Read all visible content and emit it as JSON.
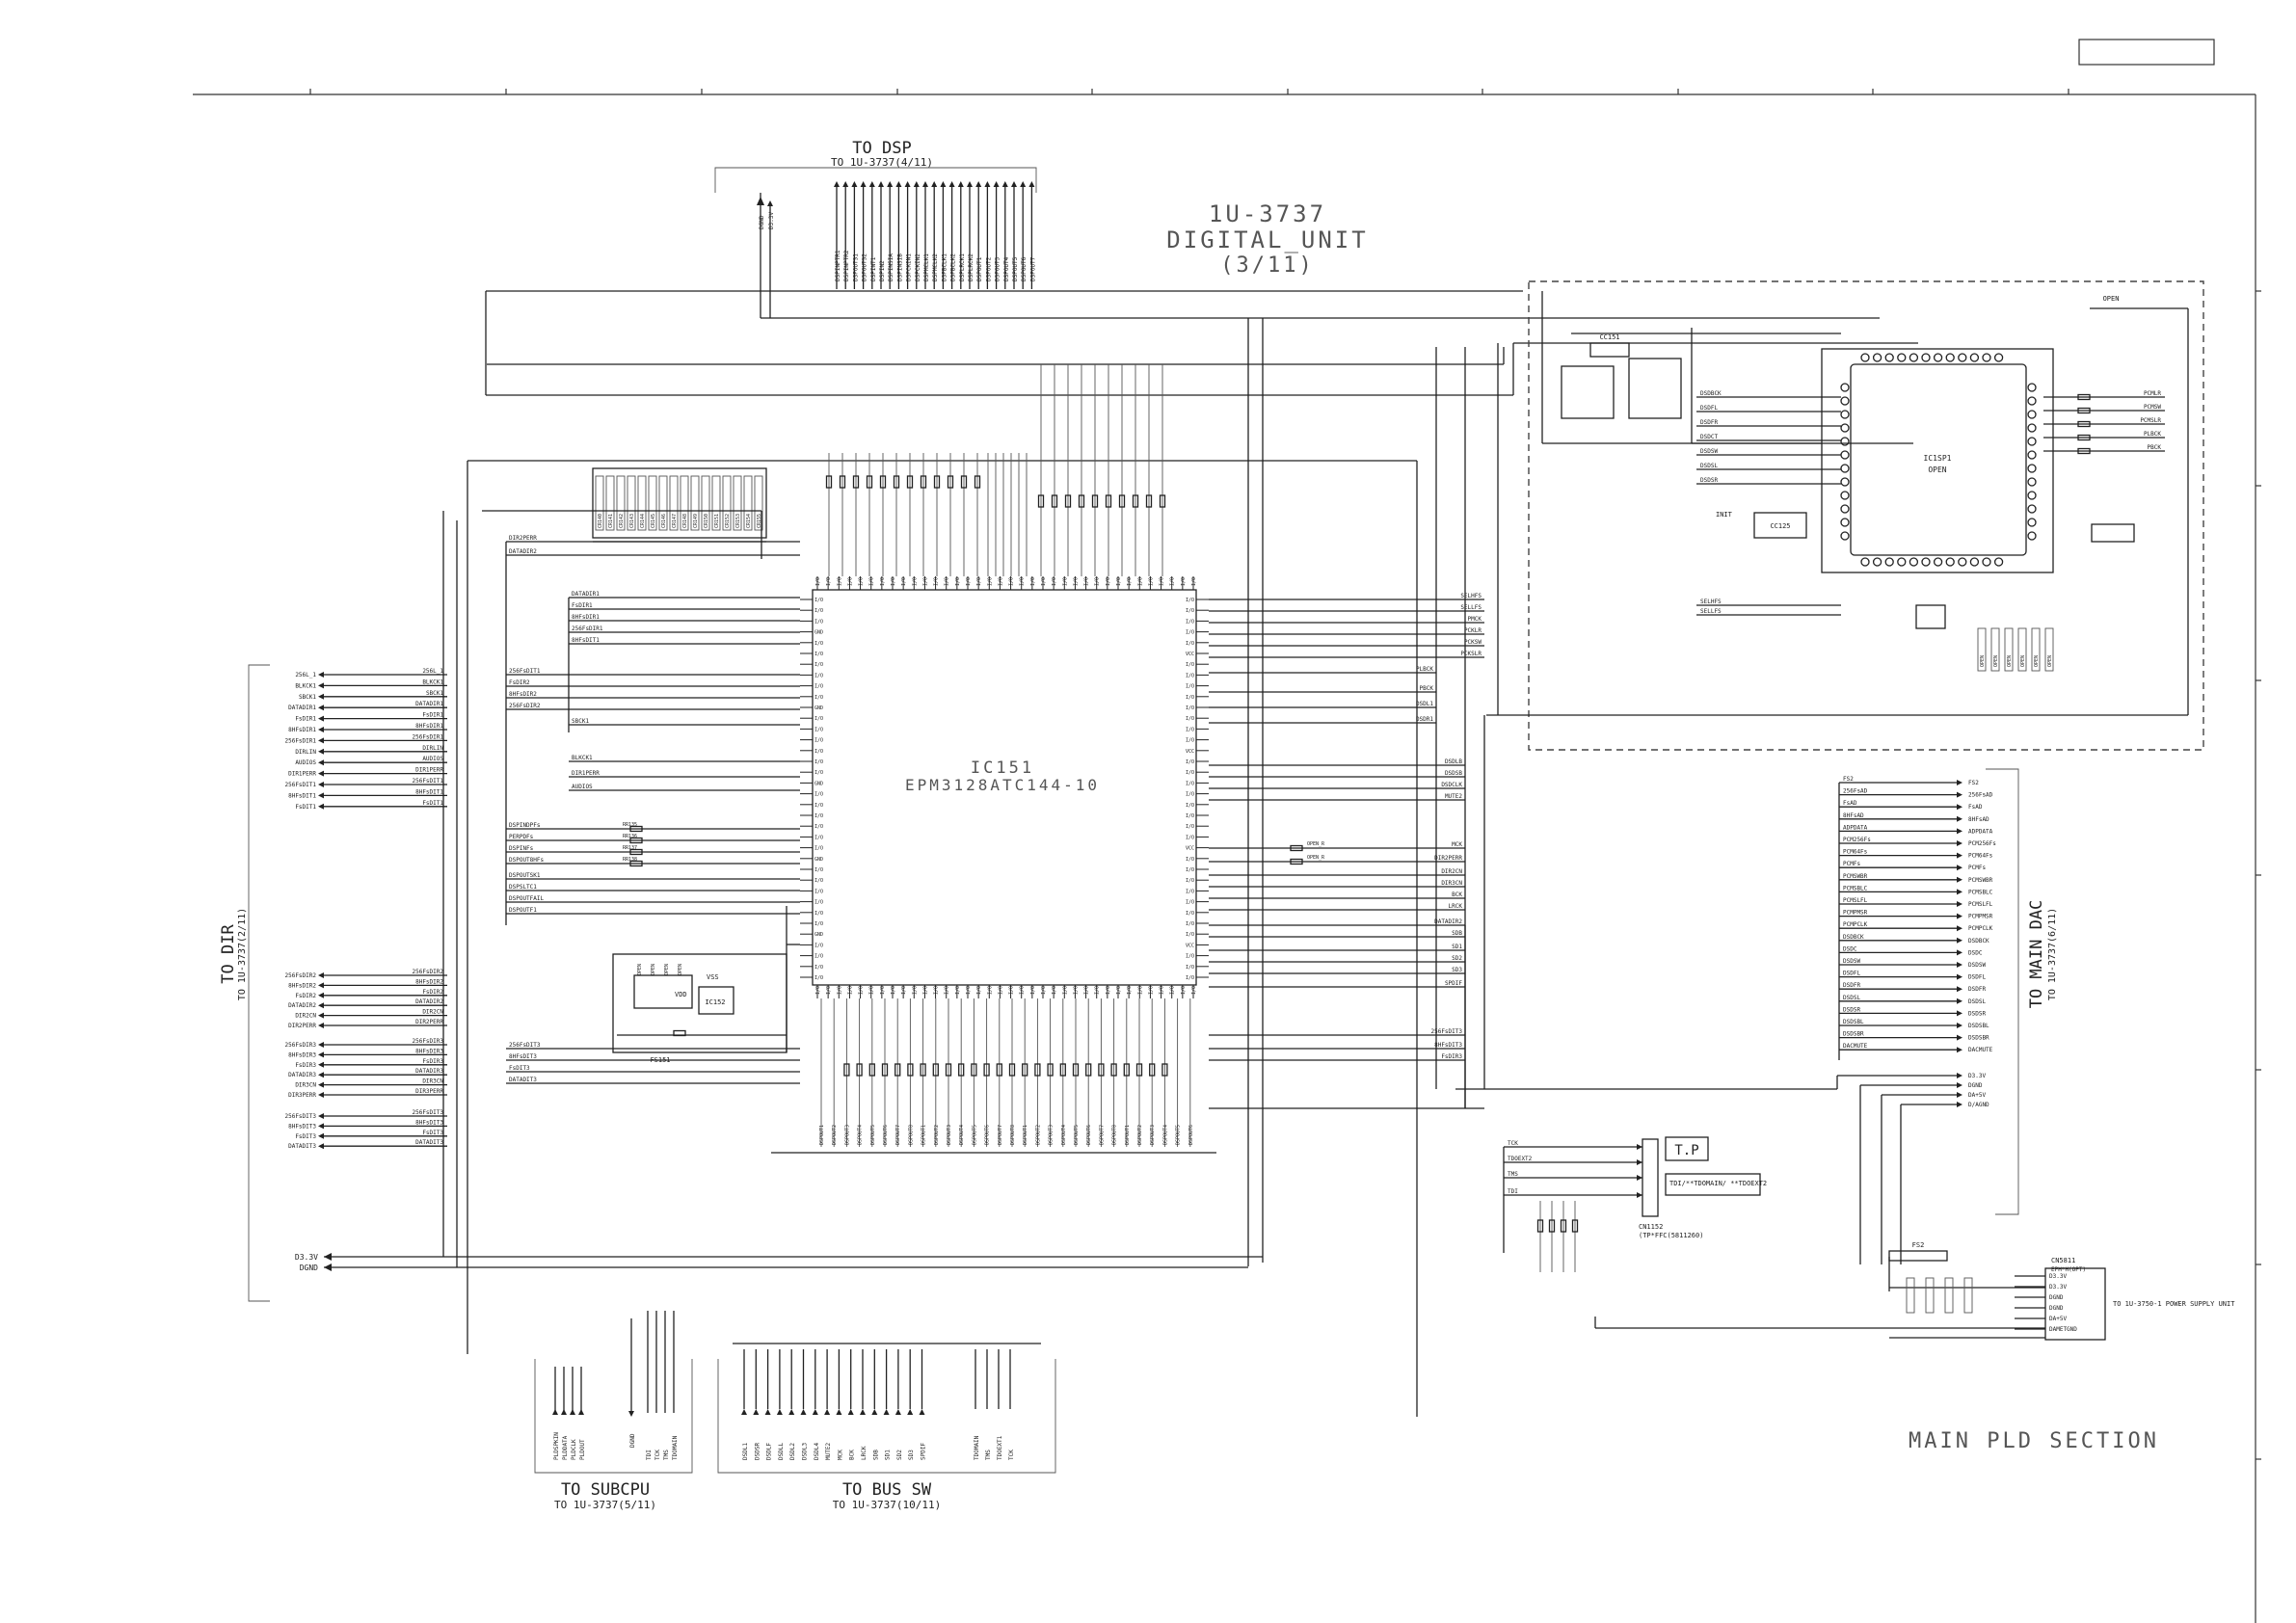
{
  "title_block": {
    "board": "1U-3737",
    "unit": "DIGITAL_UNIT",
    "sheet": "(3/11)",
    "section": "MAIN PLD SECTION"
  },
  "main_ic": {
    "ref": "IC151",
    "part": "EPM3128ATC144-10"
  },
  "sub_ic": {
    "ref": "IC1SP1",
    "part": "OPEN"
  },
  "tp_box": {
    "label": "T.P",
    "note": "TDI/**TDOMAIN/\n**TDOEXT2"
  },
  "connector_ref": "CN1152",
  "connector_note": "(TP*FFC(5811260)",
  "destinations": {
    "dsp": {
      "title": "TO DSP",
      "sub": "TO 1U-3737(4/11)"
    },
    "dir": {
      "title": "TO DIR",
      "sub": "TO 1U-3737(2/11)"
    },
    "subcpu": {
      "title": "TO SUBCPU",
      "sub": "TO 1U-3737(5/11)"
    },
    "bus_sw": {
      "title": "TO BUS SW",
      "sub": "TO 1U-3737(10/11)"
    },
    "main_dac": {
      "title": "TO MAIN DAC",
      "sub": "TO 1U-3737(6/11)"
    }
  },
  "rails": {
    "top_power": [
      "DGND",
      "D3.3V"
    ],
    "left_power": [
      "D3.3V",
      "DGND"
    ],
    "subcpu_power": [
      "DGND"
    ],
    "right_power": [
      "D3.3V",
      "DGND",
      "DA+5V",
      "D/AGND"
    ]
  },
  "dsp_signals": [
    "DSPINPTR1",
    "DSPINPTR2",
    "DSPOUTS1",
    "DSPOUTS2",
    "DSPINT1",
    "DSPIN2",
    "DSPINSIA",
    "DSPINSIB",
    "DSPCKIN1",
    "DSPCKIN2",
    "DSPMCLK1",
    "DSPMCLK2",
    "DSPBCLK1",
    "DSPBCLK2",
    "DSPLRCK1",
    "DSPLRCK2",
    "DSPOUT1",
    "DSPOUT2",
    "DSPOUT3",
    "DSPOUT4",
    "DSPOUT5",
    "DSPOUT6",
    "DSPOUT7"
  ],
  "dir_group1": [
    "256L_1",
    "BLKCK1",
    "SBCK1",
    "DATADIR1",
    "FsDIR1",
    "8HFsDIR1",
    "256FsDIR1",
    "DIRLIN",
    "AUDIOS",
    "DIR1PERR",
    "256FsDIT1",
    "8HFsDIT1",
    "FsDIT1"
  ],
  "dir_group2": [
    "256FsDIR2",
    "8HFsDIR2",
    "FsDIR2",
    "DATADIR2",
    "DIR2CN",
    "DIR2PERR"
  ],
  "dir_group3": [
    "256FsDIR3",
    "8HFsDIR3",
    "FsDIR3",
    "DATADIR3",
    "DIR3CN",
    "DIR3PERR"
  ],
  "dit_group": [
    "256FsDIT3",
    "8HFsDIT3",
    "FsDIT3",
    "DATADIT3"
  ],
  "dac_signals": [
    "FS2",
    "256FsAD",
    "FsAD",
    "8HFsAD",
    "ADPDATA",
    "PCM256Fs",
    "PCM64Fs",
    "PCMFs",
    "PCMSWBR",
    "PCMSBLC",
    "PCMSLFL",
    "PCMPMSR",
    "PCMPCLK",
    "DSDBCK",
    "DSDC",
    "DSDSW",
    "DSDFL",
    "DSDFR",
    "DSDSL",
    "DSDSR",
    "DSDSBL",
    "DSDSBR",
    "DACMUTE"
  ],
  "right_block_outputs": [
    "PCMLR",
    "PCMSW",
    "PCMSLR",
    "PLBCK",
    "PBCK"
  ],
  "right_block_inputs": [
    "DSDBCK",
    "DSDFL",
    "DSDFR",
    "DSDCT",
    "DSDSW",
    "DSDSL",
    "DSDSR"
  ],
  "subcpu_signals": [
    "PLDSPKIN",
    "PLDDATA",
    "PLDCLK",
    "PLDOUT"
  ],
  "subcpu_tck": [
    "TDI",
    "TCK",
    "TMS",
    "TDOMAIN"
  ],
  "bus_sw_signals": [
    "DSDL1",
    "DSDSR",
    "DSDLF",
    "DSDLL",
    "DSDL2",
    "DSDL3",
    "DSDL4",
    "MUTE2",
    "MCK",
    "BCK",
    "LRCK",
    "SDB",
    "SD1",
    "SD2",
    "SD3",
    "SPDIF"
  ],
  "bus_sw_tck": [
    "TDOMAIN",
    "TMS",
    "TDOEXT1",
    "TCK"
  ],
  "ic151_right_nets": [
    "SELHFS",
    "SELLFS",
    "PMCK",
    "PCKLR",
    "PCKSW",
    "PCKSLR",
    "PLBCK",
    "PBCK",
    "DSDL1",
    "DSDR1",
    "DSDLB",
    "DSDSB",
    "DSDCLK",
    "MUTE2",
    "MCK",
    "DIR2PERR",
    "DIR2CN",
    "DIR3CN",
    "BCK",
    "LRCK",
    "DATADIR2",
    "SDB",
    "SD1",
    "SD2",
    "SD3",
    "SPDIF",
    "256FsDIT3",
    "8HFsDIT3",
    "FsDIR3"
  ],
  "ic151_left_nets": [
    "DIR2PERR",
    "DATADIR2",
    "DATADIR1",
    "FsDIR1",
    "8HFsDIR1",
    "256FsDIR1",
    "8HFsDIT1",
    "256FsDIT1",
    "FsDIR2",
    "8HFsDIR2",
    "256FsDIR2",
    "SBCK1",
    "BLKCK1",
    "DIR1PERR",
    "AUDIOS",
    "DSPINDPFs",
    "PERPDFs",
    "DSPINFs",
    "DSPOUT8HFs",
    "DSPOUTSK1",
    "DSPSLTC1",
    "DSPOUTFAIL",
    "DSPOUTF1",
    "256FsDIT3",
    "8HFsDIT3",
    "FsDIT3",
    "DATADIT3"
  ],
  "components": {
    "ic_small": "IC152",
    "crystal": "FS151",
    "cap": "CC151",
    "cap2": "CC125",
    "connector_dac": "CN5811",
    "connector_dac_note": "EPH*H(OPT)",
    "power_out": [
      "D3.3V",
      "D3.3V",
      "DGND",
      "DGND",
      "DA+5V",
      "DAMETGND"
    ],
    "power_out_note": "TO 1U-3750-1\nPOWER SUPPLY UNIT"
  },
  "jtag_nets": [
    "TCK",
    "TDOEXT2",
    "TMS",
    "TDI"
  ],
  "misc": {
    "open_label": "OPEN",
    "open_r": "OPEN_R",
    "vss": "VSS",
    "vdd": "VDD",
    "init": "INIT",
    "fs2_note": "FS2"
  }
}
